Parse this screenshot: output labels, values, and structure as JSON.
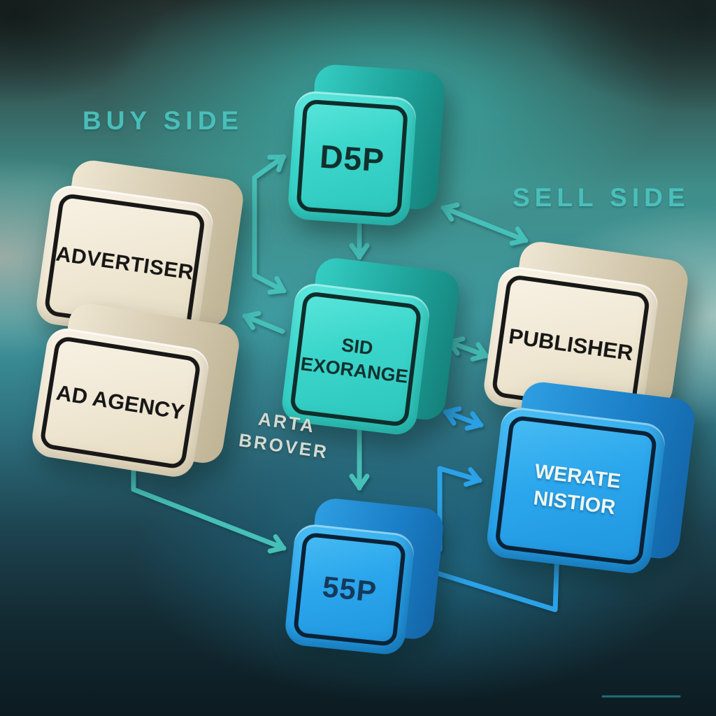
{
  "labels": {
    "buy_side": "BUY SIDE",
    "sell_side": "SELL SIDE",
    "arta_brover": "ARTA\nBROVER"
  },
  "nodes": {
    "d5p": {
      "label": "D5P",
      "color": "#3bd6cb"
    },
    "advertiser": {
      "label": "ADVERTISER",
      "color": "#f1e9d6"
    },
    "ad_agency": {
      "label": "AD AGENCY",
      "color": "#f1e9d6"
    },
    "sid_exorange": {
      "label": "SID\nEXORANGE",
      "color": "#3bd6cb"
    },
    "publisher": {
      "label": "PUBLISHER",
      "color": "#f1e9d6"
    },
    "werate_nistior": {
      "label": "WERATE\nNISTIOR",
      "color": "#2ba6ec"
    },
    "ssp55p": {
      "label": "55P",
      "color": "#2ba6ec"
    }
  },
  "connections": [
    {
      "ends": [
        "AD AGENCY / ADVERTISER",
        "D5P"
      ],
      "bidirectional": true,
      "color": "teal"
    },
    {
      "ends": [
        "D5P",
        "SID EXORANGE"
      ],
      "bidirectional": false,
      "color": "teal"
    },
    {
      "ends": [
        "D5P",
        "PUBLISHER"
      ],
      "bidirectional": true,
      "color": "teal"
    },
    {
      "ends": [
        "SID EXORANGE",
        "ADVERTISER"
      ],
      "bidirectional": false,
      "color": "teal"
    },
    {
      "ends": [
        "SID EXORANGE",
        "PUBLISHER"
      ],
      "bidirectional": true,
      "color": "teal"
    },
    {
      "ends": [
        "SID EXORANGE",
        "WERATE NISTIOR"
      ],
      "bidirectional": true,
      "color": "blue"
    },
    {
      "ends": [
        "SID EXORANGE",
        "55P"
      ],
      "bidirectional": false,
      "color": "teal"
    },
    {
      "ends": [
        "AD AGENCY",
        "55P"
      ],
      "bidirectional": false,
      "color": "teal"
    },
    {
      "ends": [
        "55P",
        "WERATE NISTIOR"
      ],
      "bidirectional": false,
      "color": "blue",
      "route": "side"
    },
    {
      "ends": [
        "55P",
        "WERATE NISTIOR"
      ],
      "bidirectional": false,
      "color": "blue",
      "route": "bottom"
    }
  ],
  "colors": {
    "arrow_teal": "#46c0b8",
    "arrow_blue": "#2ba2e8",
    "node_teal": "#3bd6cb",
    "node_cream": "#f1e9d6",
    "node_blue": "#2ba6ec",
    "zone_label": "#4cc6c1",
    "background_teal": "#3f9ba0"
  }
}
